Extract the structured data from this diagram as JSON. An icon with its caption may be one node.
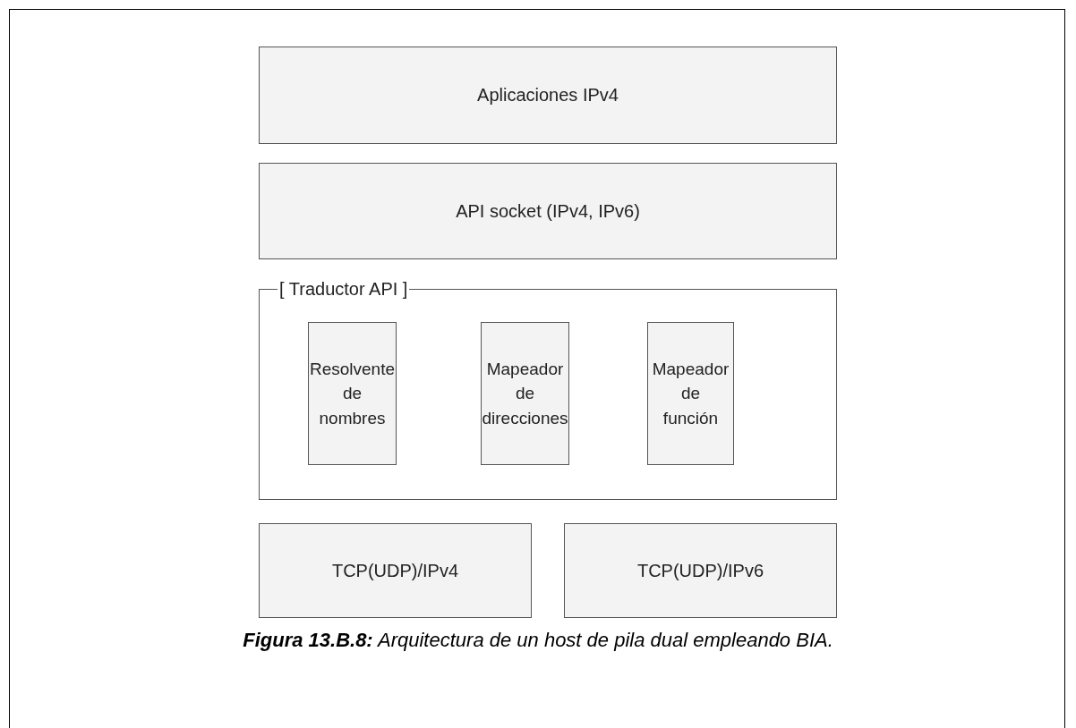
{
  "diagram": {
    "caption": "**Figura 13.B.8:** Arquitectura de un host de pila dual empleando BIA.",
    "nodes": [
      {
        "text": [
          "Aplicaciones IPv4"
        ]
      },
      {
        "text": [
          "API socket (IPv4, IPv6)"
        ]
      },
      {
        "text": [
          "[ Traductor API ]"
        ]
      },
      {
        "text": [
          "Resolvente de nombres"
        ],
        "in": 2
      },
      {
        "text": [
          "Mapeador de direcciones"
        ],
        "in": 2
      },
      {
        "text": [
          "Mapeador de función"
        ],
        "in": 2
      },
      {
        "text": [
          "TCP(UDP)/IPv4"
        ]
      },
      {
        "text": [
          "TCP(UDP)/IPv6"
        ]
      }
    ]
  }
}
